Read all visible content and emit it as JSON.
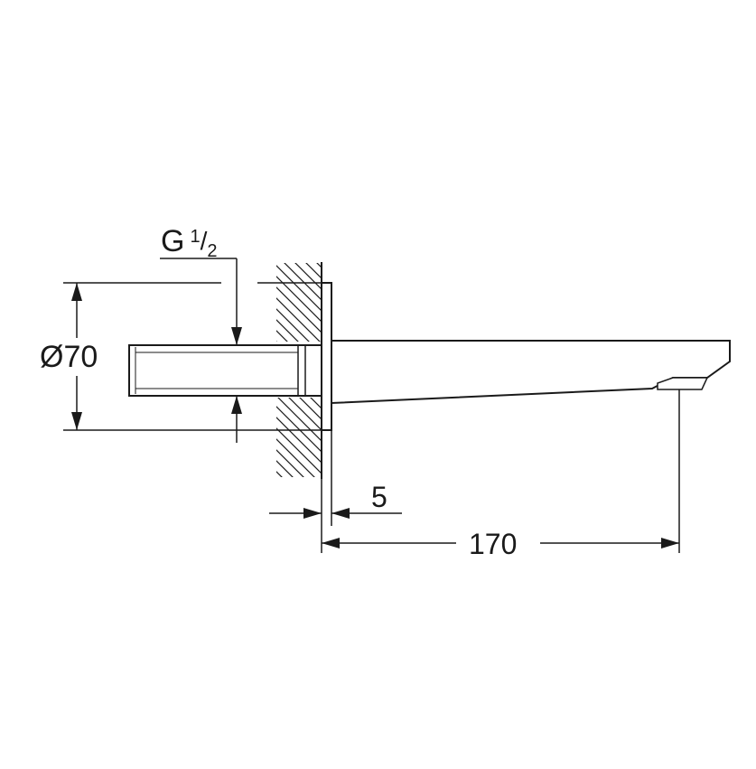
{
  "drawing": {
    "thread_label": {
      "prefix": "G",
      "numerator": "1",
      "slash": "/",
      "denominator": "2"
    },
    "diameter_label": "Ø70",
    "rosette_thickness_label": "5",
    "projection_label": "170",
    "colors": {
      "line": "#1a1a1a",
      "background": "#ffffff"
    }
  }
}
